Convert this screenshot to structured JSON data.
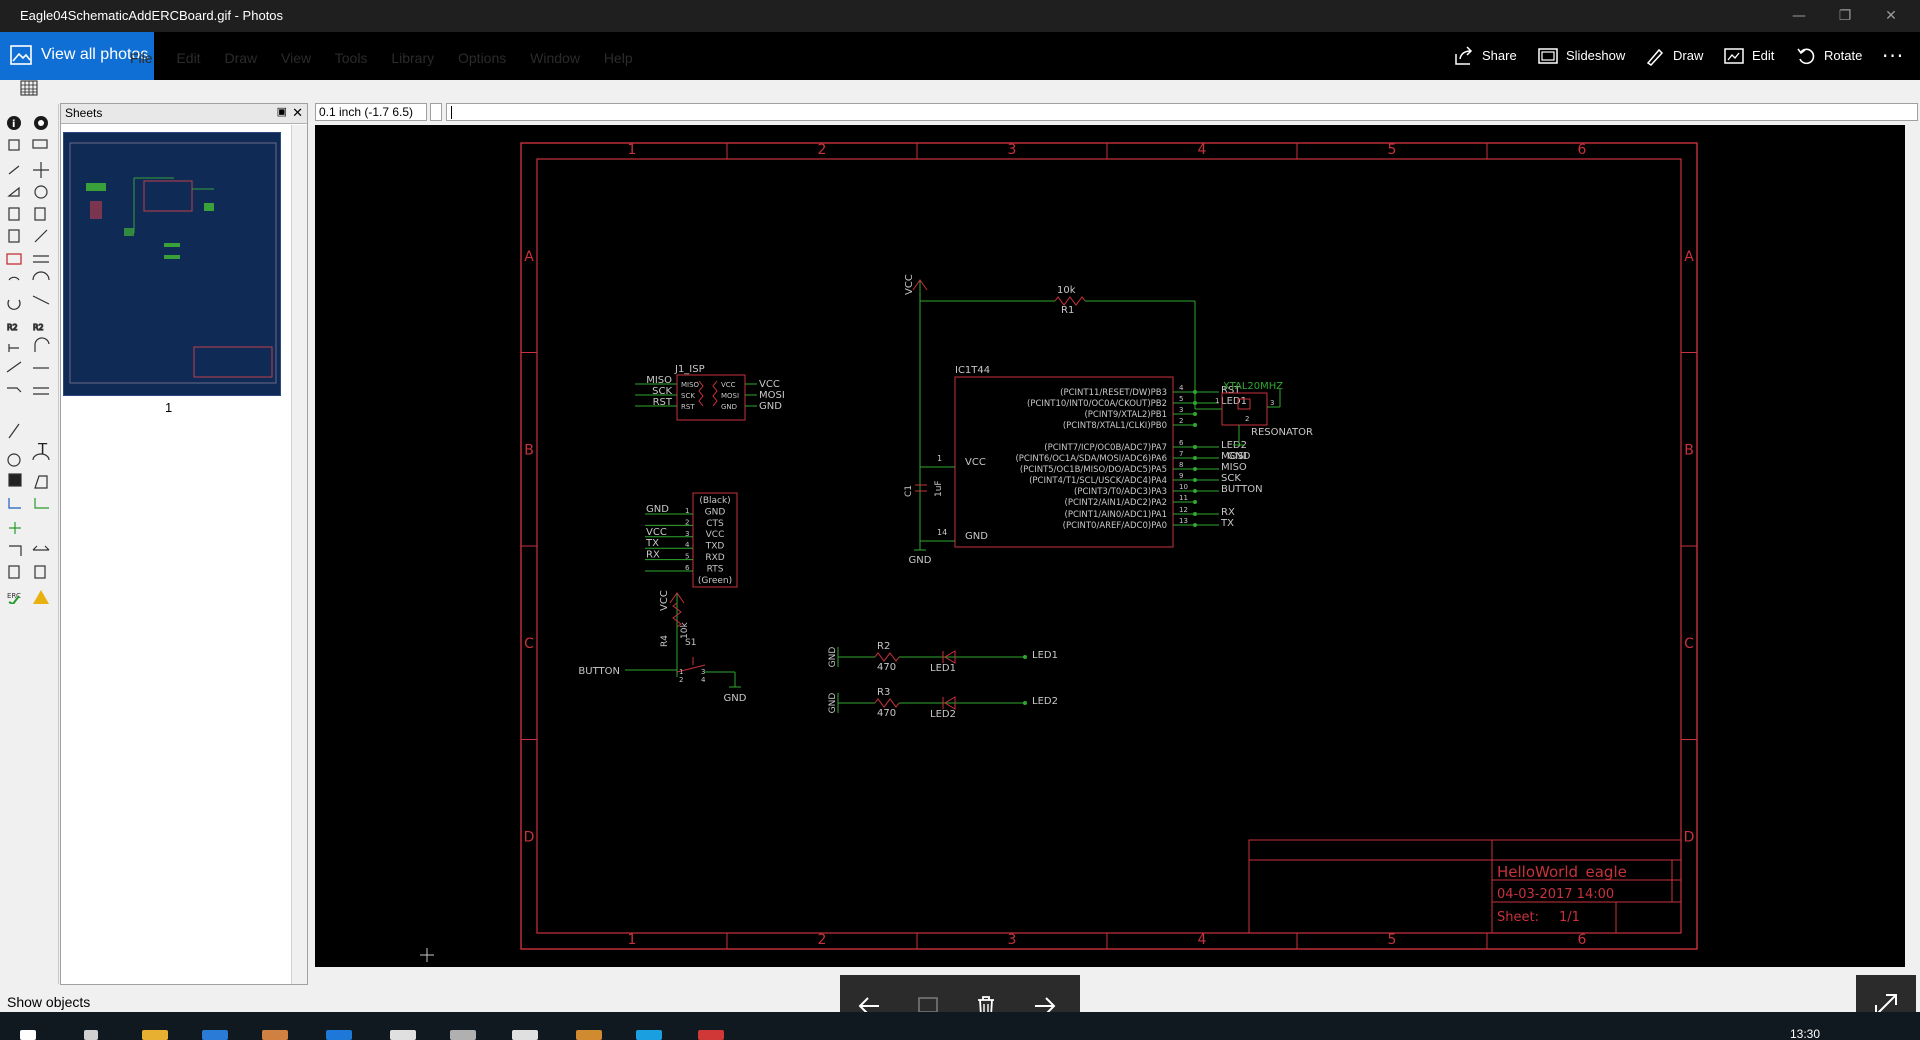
{
  "window": {
    "title": "Eagle04SchematicAddERCBoard.gif - Photos",
    "controls": [
      "—",
      "❐",
      "✕"
    ]
  },
  "photos_bar": {
    "view_all": "View all photos",
    "share": "Share",
    "slideshow": "Slideshow",
    "draw": "Draw",
    "edit": "Edit",
    "rotate": "Rotate",
    "more": "···"
  },
  "eagle": {
    "sheets_title": "Sheets",
    "sheet_number": "1",
    "coord_readout": "0.1 inch (-1.7 6.5)",
    "status_text": "Show objects",
    "ghost_menu": "File Edit Draw View Tools Library Options Window Help"
  },
  "schematic": {
    "frame_columns": [
      "1",
      "2",
      "3",
      "4",
      "5",
      "6"
    ],
    "frame_rows": [
      "A",
      "B",
      "C",
      "D"
    ],
    "title_block": {
      "name": "HelloWorld_eagle",
      "date": "04-03-2017 14:00",
      "sheet_label": "Sheet:",
      "sheet_value": "1/1"
    },
    "isp": {
      "name": "J1_ISP",
      "left_nets": [
        "MISO",
        "SCK",
        "RST"
      ],
      "left_pins": [
        "MISO",
        "SCK",
        "RST"
      ],
      "right_pins": [
        "VCC",
        "MOSI",
        "GND"
      ],
      "right_nets": [
        "VCC",
        "MOSI",
        "GND"
      ]
    },
    "ftdi": {
      "nets": [
        "GND",
        "",
        "VCC",
        "TX",
        "RX",
        ""
      ],
      "pin_numbers": [
        "1",
        "2",
        "3",
        "4",
        "5",
        "6"
      ],
      "pins": [
        "(Black)",
        "GND",
        "CTS",
        "VCC",
        "TXD",
        "RXD",
        "RTS",
        "(Green)"
      ]
    },
    "ic": {
      "name": "IC1T44",
      "vcc_pin": "VCC",
      "gnd_pin": "GND",
      "vcc_num": "1",
      "gnd_num": "14",
      "right_pins": [
        "(PCINT11/RESET/DW)PB3",
        "(PCINT10/INT0/OC0A/CKOUT)PB2",
        "(PCINT9/XTAL2)PB1",
        "(PCINT8/XTAL1/CLKI)PB0",
        "(PCINT7/ICP/OC0B/ADC7)PA7",
        "(PCINT6/OC1A/SDA/MOSI/ADC6)PA6",
        "(PCINT5/OC1B/MISO/DO/ADC5)PA5",
        "(PCINT4/T1/SCL/USCK/ADC4)PA4",
        "(PCINT3/T0/ADC3)PA3",
        "(PCINT2/AIN1/ADC2)PA2",
        "(PCINT1/AIN0/ADC1)PA1",
        "(PCINT0/AREF/ADC0)PA0"
      ],
      "right_nums": [
        "4",
        "5",
        "3",
        "2",
        "6",
        "7",
        "8",
        "9",
        "10",
        "11",
        "12",
        "13"
      ],
      "right_nets": [
        "RST",
        "LED1",
        "",
        "",
        "LED2",
        "MOSI",
        "MISO",
        "SCK",
        "BUTTON",
        "",
        "RX",
        "TX"
      ]
    },
    "vcc_label": "VCC",
    "gnd_label": "GND",
    "r1": {
      "name": "R1",
      "value": "10k"
    },
    "c1": {
      "name": "C1",
      "value": "1uF"
    },
    "xtal": {
      "net": "XTAL20MHZ",
      "name": "RESONATOR",
      "pins": [
        "1",
        "2",
        "3"
      ]
    },
    "button": {
      "net": "BUTTON",
      "r4_name": "R4",
      "r4_value": "10k",
      "s1_name": "S1",
      "pins": [
        "1",
        "2",
        "3",
        "4"
      ]
    },
    "led_rows": [
      {
        "r_name": "R2",
        "r_value": "470",
        "led_name": "LED1",
        "net": "LED1"
      },
      {
        "r_name": "R3",
        "r_value": "470",
        "led_name": "LED2",
        "net": "LED2"
      }
    ]
  },
  "taskbar": {
    "clock": "13:30"
  },
  "colors": {
    "frame": "#c8323c",
    "wire": "#2fa82f",
    "net_text": "#c8c8c8",
    "accent_blue": "#0f6fd4"
  }
}
